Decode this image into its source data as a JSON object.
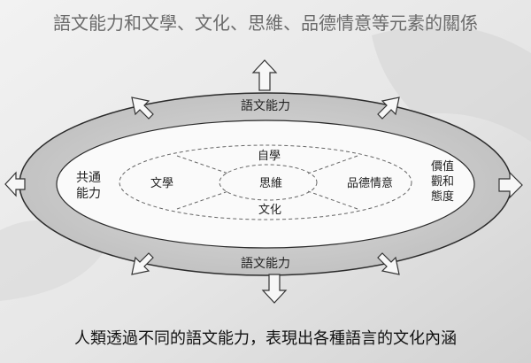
{
  "title": "語文能力和文學、文化、思維、品德情意等元素的關係",
  "outer_ring": {
    "top_label": "語文能力",
    "bottom_label": "語文能力"
  },
  "middle_ring": {
    "left_label": [
      "共通",
      "能力"
    ],
    "right_label": [
      "價值",
      "觀和",
      "態度"
    ]
  },
  "inner_ring": {
    "top_label": "自學",
    "left_label": "文學",
    "center_label": "思維",
    "right_label": "品德情意",
    "bottom_label": "文化"
  },
  "caption": "人類透過不同的語文能力，表現出各種語言的文化內涵",
  "colors": {
    "background_light": "#efefef",
    "background_dark": "#cfcfcf",
    "outer_band": "#c8c8c8",
    "stroke": "#2b2b2b",
    "title_text": "#6b6b6b"
  }
}
